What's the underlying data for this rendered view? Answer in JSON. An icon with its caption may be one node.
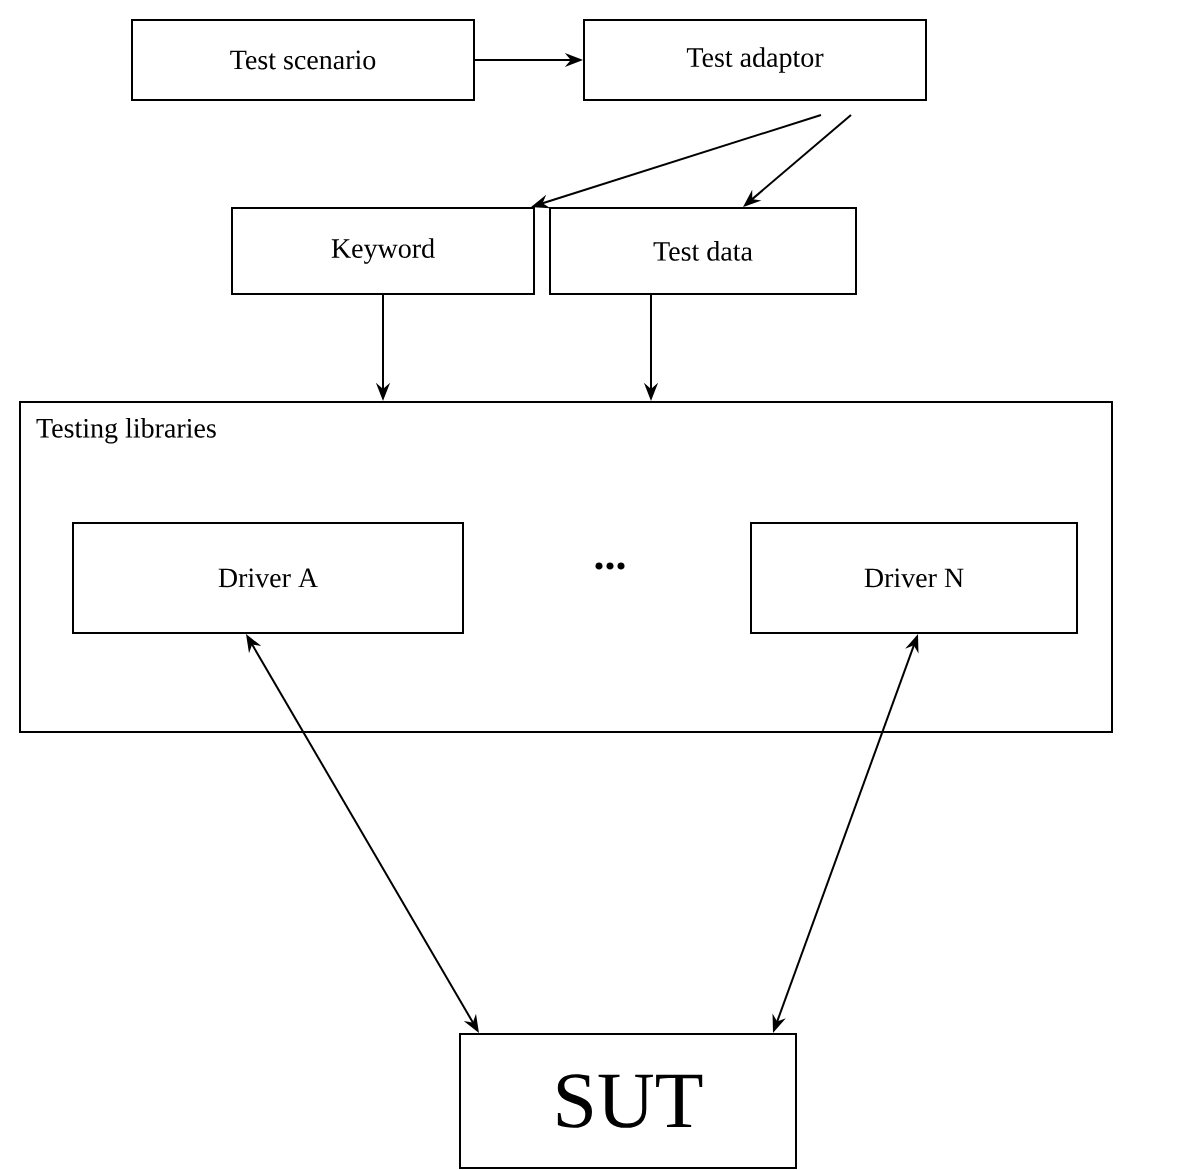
{
  "diagram": {
    "nodes": [
      {
        "text": [
          "Test scenario"
        ]
      },
      {
        "text": [
          "Test adaptor"
        ]
      },
      {
        "text": [
          "Keyword"
        ]
      },
      {
        "text": [
          "Test data"
        ]
      },
      {
        "text": [
          "Testing libraries"
        ]
      },
      {
        "text": [
          "Driver A"
        ],
        "in": 4
      },
      {
        "text": [
          "Driver N"
        ],
        "in": 4
      },
      {
        "text": [
          "SUT"
        ]
      }
    ],
    "edges": [
      {
        "from": 0,
        "to": 1,
        "arrow": "to"
      },
      {
        "from": 1,
        "to": 2,
        "arrow": "to"
      },
      {
        "from": 1,
        "to": 3,
        "arrow": "to"
      },
      {
        "from": 2,
        "to": 4,
        "arrow": "to"
      },
      {
        "from": 3,
        "to": 4,
        "arrow": "to"
      },
      {
        "from": 5,
        "to": 7,
        "arrow": "both"
      },
      {
        "from": 6,
        "to": 7,
        "arrow": "both"
      }
    ],
    "labels": [
      "..."
    ]
  }
}
